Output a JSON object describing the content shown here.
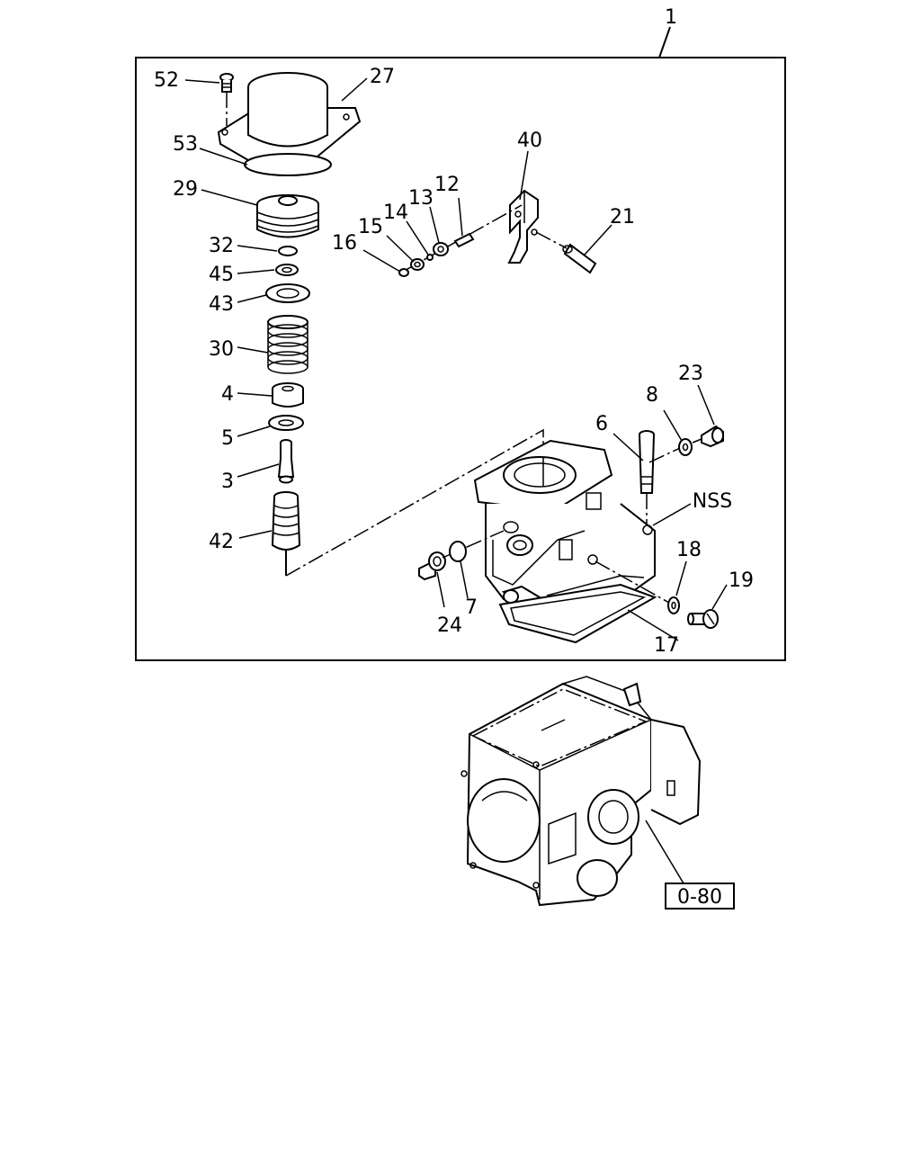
{
  "callouts": {
    "c1": "1",
    "c52": "52",
    "c27": "27",
    "c53": "53",
    "c29": "29",
    "c32": "32",
    "c45": "45",
    "c43": "43",
    "c30": "30",
    "c4": "4",
    "c5": "5",
    "c3": "3",
    "c42": "42",
    "c40": "40",
    "c12": "12",
    "c13": "13",
    "c14": "14",
    "c15": "15",
    "c16": "16",
    "c21": "21",
    "c23": "23",
    "c8": "8",
    "c6": "6",
    "cNSS": "NSS",
    "c18": "18",
    "c19": "19",
    "c7": "7",
    "c24": "24",
    "c17": "17"
  },
  "reference_box": "0-80"
}
